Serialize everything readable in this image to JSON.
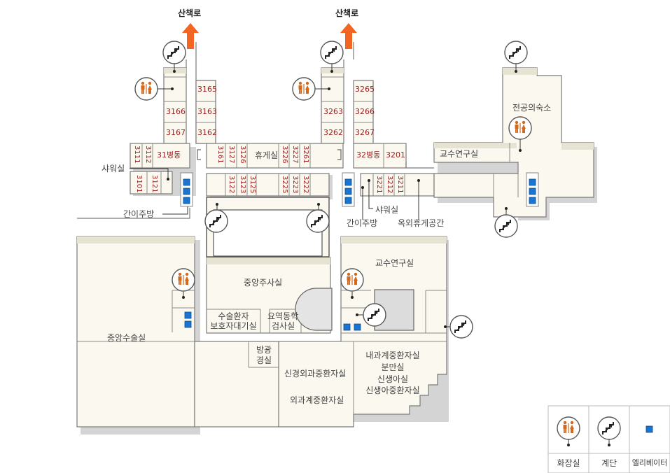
{
  "colors": {
    "floor": "#fbf8ef",
    "room_header": "#ece8da",
    "wall": "#7a7a7a",
    "shadow": "#cfcfcf",
    "arrow": "#f26522",
    "room_number": "#9a1c1c",
    "toilet": "#d2691e",
    "elevator": "#1a75d2"
  },
  "exits": {
    "walkway_1": "산책로",
    "walkway_2": "산책로"
  },
  "areas": {
    "ward_31": "31병동",
    "ward_32": "32병동",
    "lounge": "휴게실",
    "resident_dorm": "전공의숙소",
    "faculty_office_1": "교수연구실",
    "faculty_office_2": "교수연구실",
    "shower_1": "샤워실",
    "shower_2": "샤워실",
    "kitchen_1": "간이주방",
    "kitchen_2": "간이주방",
    "outdoor_lounge": "옥외휴게공간",
    "surgery": "중앙수술실",
    "central_office": "중앙주사실",
    "surgery_guardian_1": "수술환자",
    "surgery_guardian_2": "보호자대기실",
    "pharmacy_1": "요역동학",
    "pharmacy_2": "검사실",
    "radiology_1": "방광",
    "radiology_2": "경실",
    "neuro_icu": "신경외과중환자실",
    "surgical_icu": "외과계중환자실",
    "medical_icu": "내과계중환자실",
    "delivery": "분만실",
    "nursery": "신생아실",
    "nicu": "신생아중환자실"
  },
  "rooms": {
    "r3165": "3165",
    "r3166": "3166",
    "r3163": "3163",
    "r3167": "3167",
    "r3162": "3162",
    "r3265": "3265",
    "r3263": "3263",
    "r3266": "3266",
    "r3262": "3262",
    "r3267": "3267",
    "r3111": "3111",
    "r3112": "3112",
    "r3101": "3101",
    "r3121": "3121",
    "r3161": "3161",
    "r3127": "3127",
    "r3126": "3126",
    "r3226": "3226",
    "r3227": "3227",
    "r3261": "3261",
    "r3122": "3122",
    "r3123": "3123",
    "r3125": "3125",
    "r3225": "3225",
    "r3223": "3223",
    "r3222": "3222",
    "r3201": "3201",
    "r3221": "3221",
    "r3212": "3212",
    "r3211": "3211"
  },
  "legend": {
    "restroom": "화장실",
    "stairs": "계단",
    "elevator": "엘리베이터"
  }
}
